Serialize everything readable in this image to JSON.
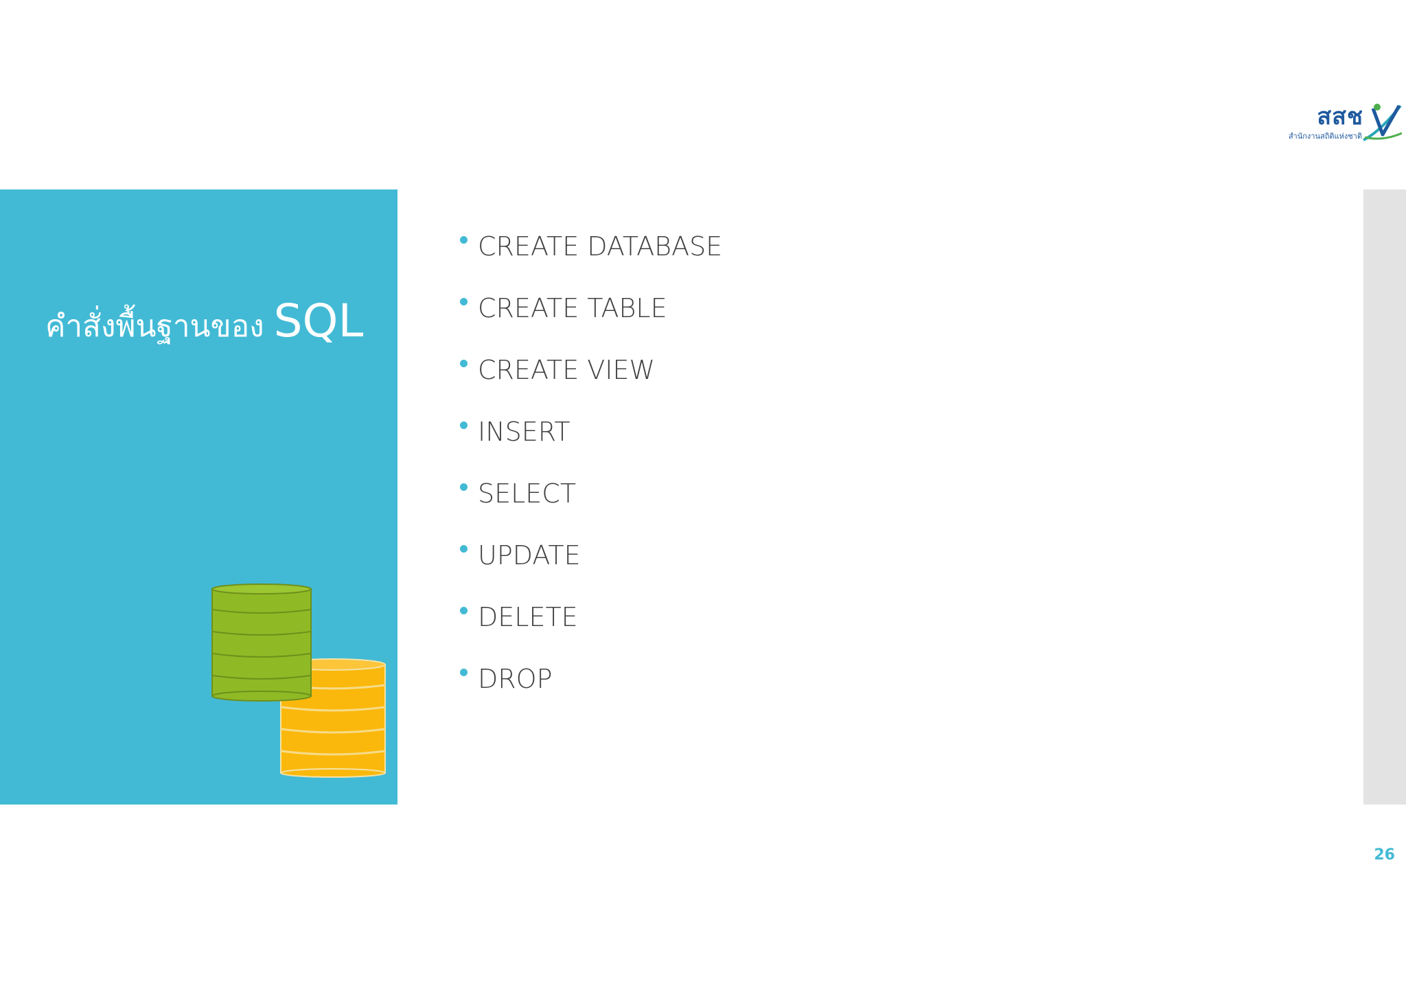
{
  "logo": {
    "main_text": "สสช",
    "sub_text": "สำนักงานสถิติแห่งชาติ"
  },
  "slide": {
    "title_thai": "คำสั่งพื้นฐานของ",
    "title_sql": "SQL",
    "bullets": [
      "CREATE DATABASE",
      "CREATE TABLE",
      "CREATE VIEW",
      "INSERT",
      "SELECT",
      "UPDATE",
      "DELETE",
      "DROP"
    ],
    "page_number": "26"
  },
  "icons": {
    "database": "database-stack-icon",
    "logo_mark": "nso-logo-mark-icon"
  },
  "colors": {
    "panel": "#42bad5",
    "strip": "#e3e3e3",
    "db_green": "#8fba26",
    "db_yellow": "#fbb80c",
    "bullet_text": "#404040",
    "logo_blue": "#1f5a9e"
  }
}
